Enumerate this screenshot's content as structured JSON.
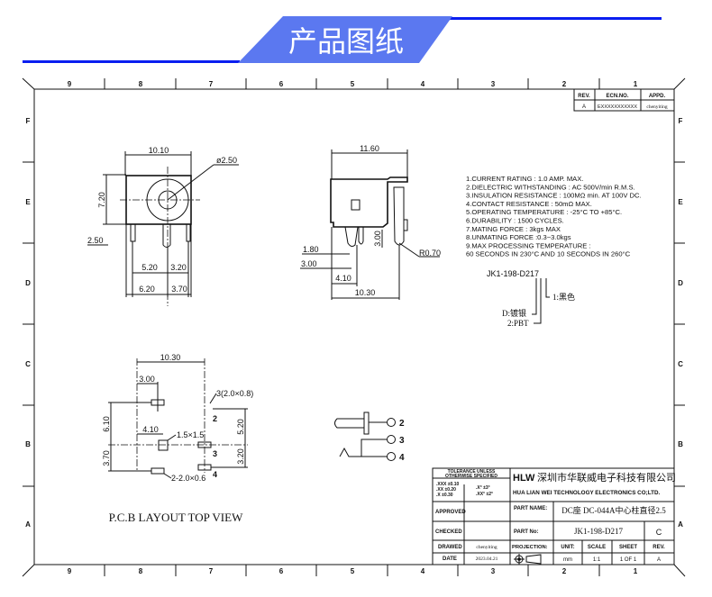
{
  "header": {
    "title": "产品图纸",
    "accent_color": "#5b78f0",
    "line_color": "#0a1ef0"
  },
  "frame": {
    "columns": [
      "9",
      "8",
      "7",
      "6",
      "5",
      "4",
      "3",
      "2",
      "1"
    ],
    "rows": [
      "F",
      "E",
      "D",
      "C",
      "B",
      "A"
    ]
  },
  "revision_table": {
    "headers": [
      "REV.",
      "ECN.NO.",
      "APPD."
    ],
    "row": [
      "A",
      "EXXXXXXXXXXX",
      "chenyiting"
    ]
  },
  "front_view": {
    "dim_width": "10.10",
    "dim_height": "7.20",
    "dim_pin": "ø2.50",
    "dim_pin_len": "2.50",
    "dim_a": "5.20",
    "dim_b": "3.20",
    "dim_c": "6.20",
    "dim_d": "3.70"
  },
  "side_view": {
    "dim_width": "11.60",
    "dim_3": "3.00",
    "dim_180": "1.80",
    "dim_300": "3.00",
    "dim_410": "4.10",
    "dim_1030": "10.30",
    "radius": "R0.70"
  },
  "specs": [
    "1.CURRENT RATING : 1.0 AMP. MAX.",
    "2.DIELECTRIC WITHSTANDING : AC 500V/min R.M.S.",
    "3.INSULATION RESISTANCE : 100MΩ min. AT 100V DC.",
    "4.CONTACT RESISTANCE : 50mΩ MAX.",
    "5.OPERATING TEMPERATURE : -25°C TO +85°C.",
    "6.DURABILITY : 1500 CYCLES.",
    "7.MATING FORCE : 3kgs MAX",
    "8.UNMATING FORCE :0.3~3.0kgs",
    "9.MAX PROCESSING TEMPERATURE :",
    "60 SECONDS IN 230°C AND 10 SECONDS IN 260°C"
  ],
  "part_code": {
    "code": "JK1-198-D217",
    "note1": "1:黑色",
    "noteD": "D:镀银",
    "note2": "2:PBT"
  },
  "pcb": {
    "title": "P.C.B LAYOUT TOP VIEW",
    "dim_1030": "10.30",
    "dim_300": "3.00",
    "dim_610": "6.10",
    "dim_410": "4.10",
    "dim_370": "3.70",
    "dim_520": "5.20",
    "dim_320": "3.20",
    "pad_sq": "1.5×1.5",
    "slots3": "3(2.0×0.8)",
    "slots2": "2-2.0×0.6",
    "pin2": "2",
    "pin3": "3",
    "pin4": "4"
  },
  "schematic": {
    "pin2": "2",
    "pin3": "3",
    "pin4": "4"
  },
  "title_block": {
    "tolerance_title1": "TOLERANCE UNLESS",
    "tolerance_title2": "OTHERWISE SPECIFIED",
    "tol1": ".XXX ±0.10",
    "tol2": ".XX ±0.20",
    "tol3": ".X ±0.30",
    "tol4": ".X° ±3°",
    "tol5": ".XX° ±2°",
    "company_logo": "HLW",
    "company_cn": "深圳市华联威电子科技有限公司",
    "company_en": "HUA LIAN WEI TECHNOLOGY ELECTRONICS CO;LTD.",
    "approved_label": "APPROVED",
    "checked_label": "CHECKED",
    "drawed_label": "DRAWED",
    "drawed_value": "chenyiting",
    "date_label": "DATE",
    "date_value": "2023.04.21",
    "part_name_label": "PART NAME:",
    "part_name_value": "DC座 DC-044A中心柱直径2.5",
    "part_no_label": "PART No:",
    "part_no_value": "JK1-198-D217",
    "part_no_rev": "C",
    "projection_label": "PROJECTION:",
    "unit_label": "UNIT:",
    "unit_value": "mm",
    "scale_label": "SCALE",
    "scale_value": "1:1",
    "sheet_label": "SHEET",
    "sheet_value": "1 OF 1",
    "rev_label": "REV.",
    "rev_value": "A"
  }
}
